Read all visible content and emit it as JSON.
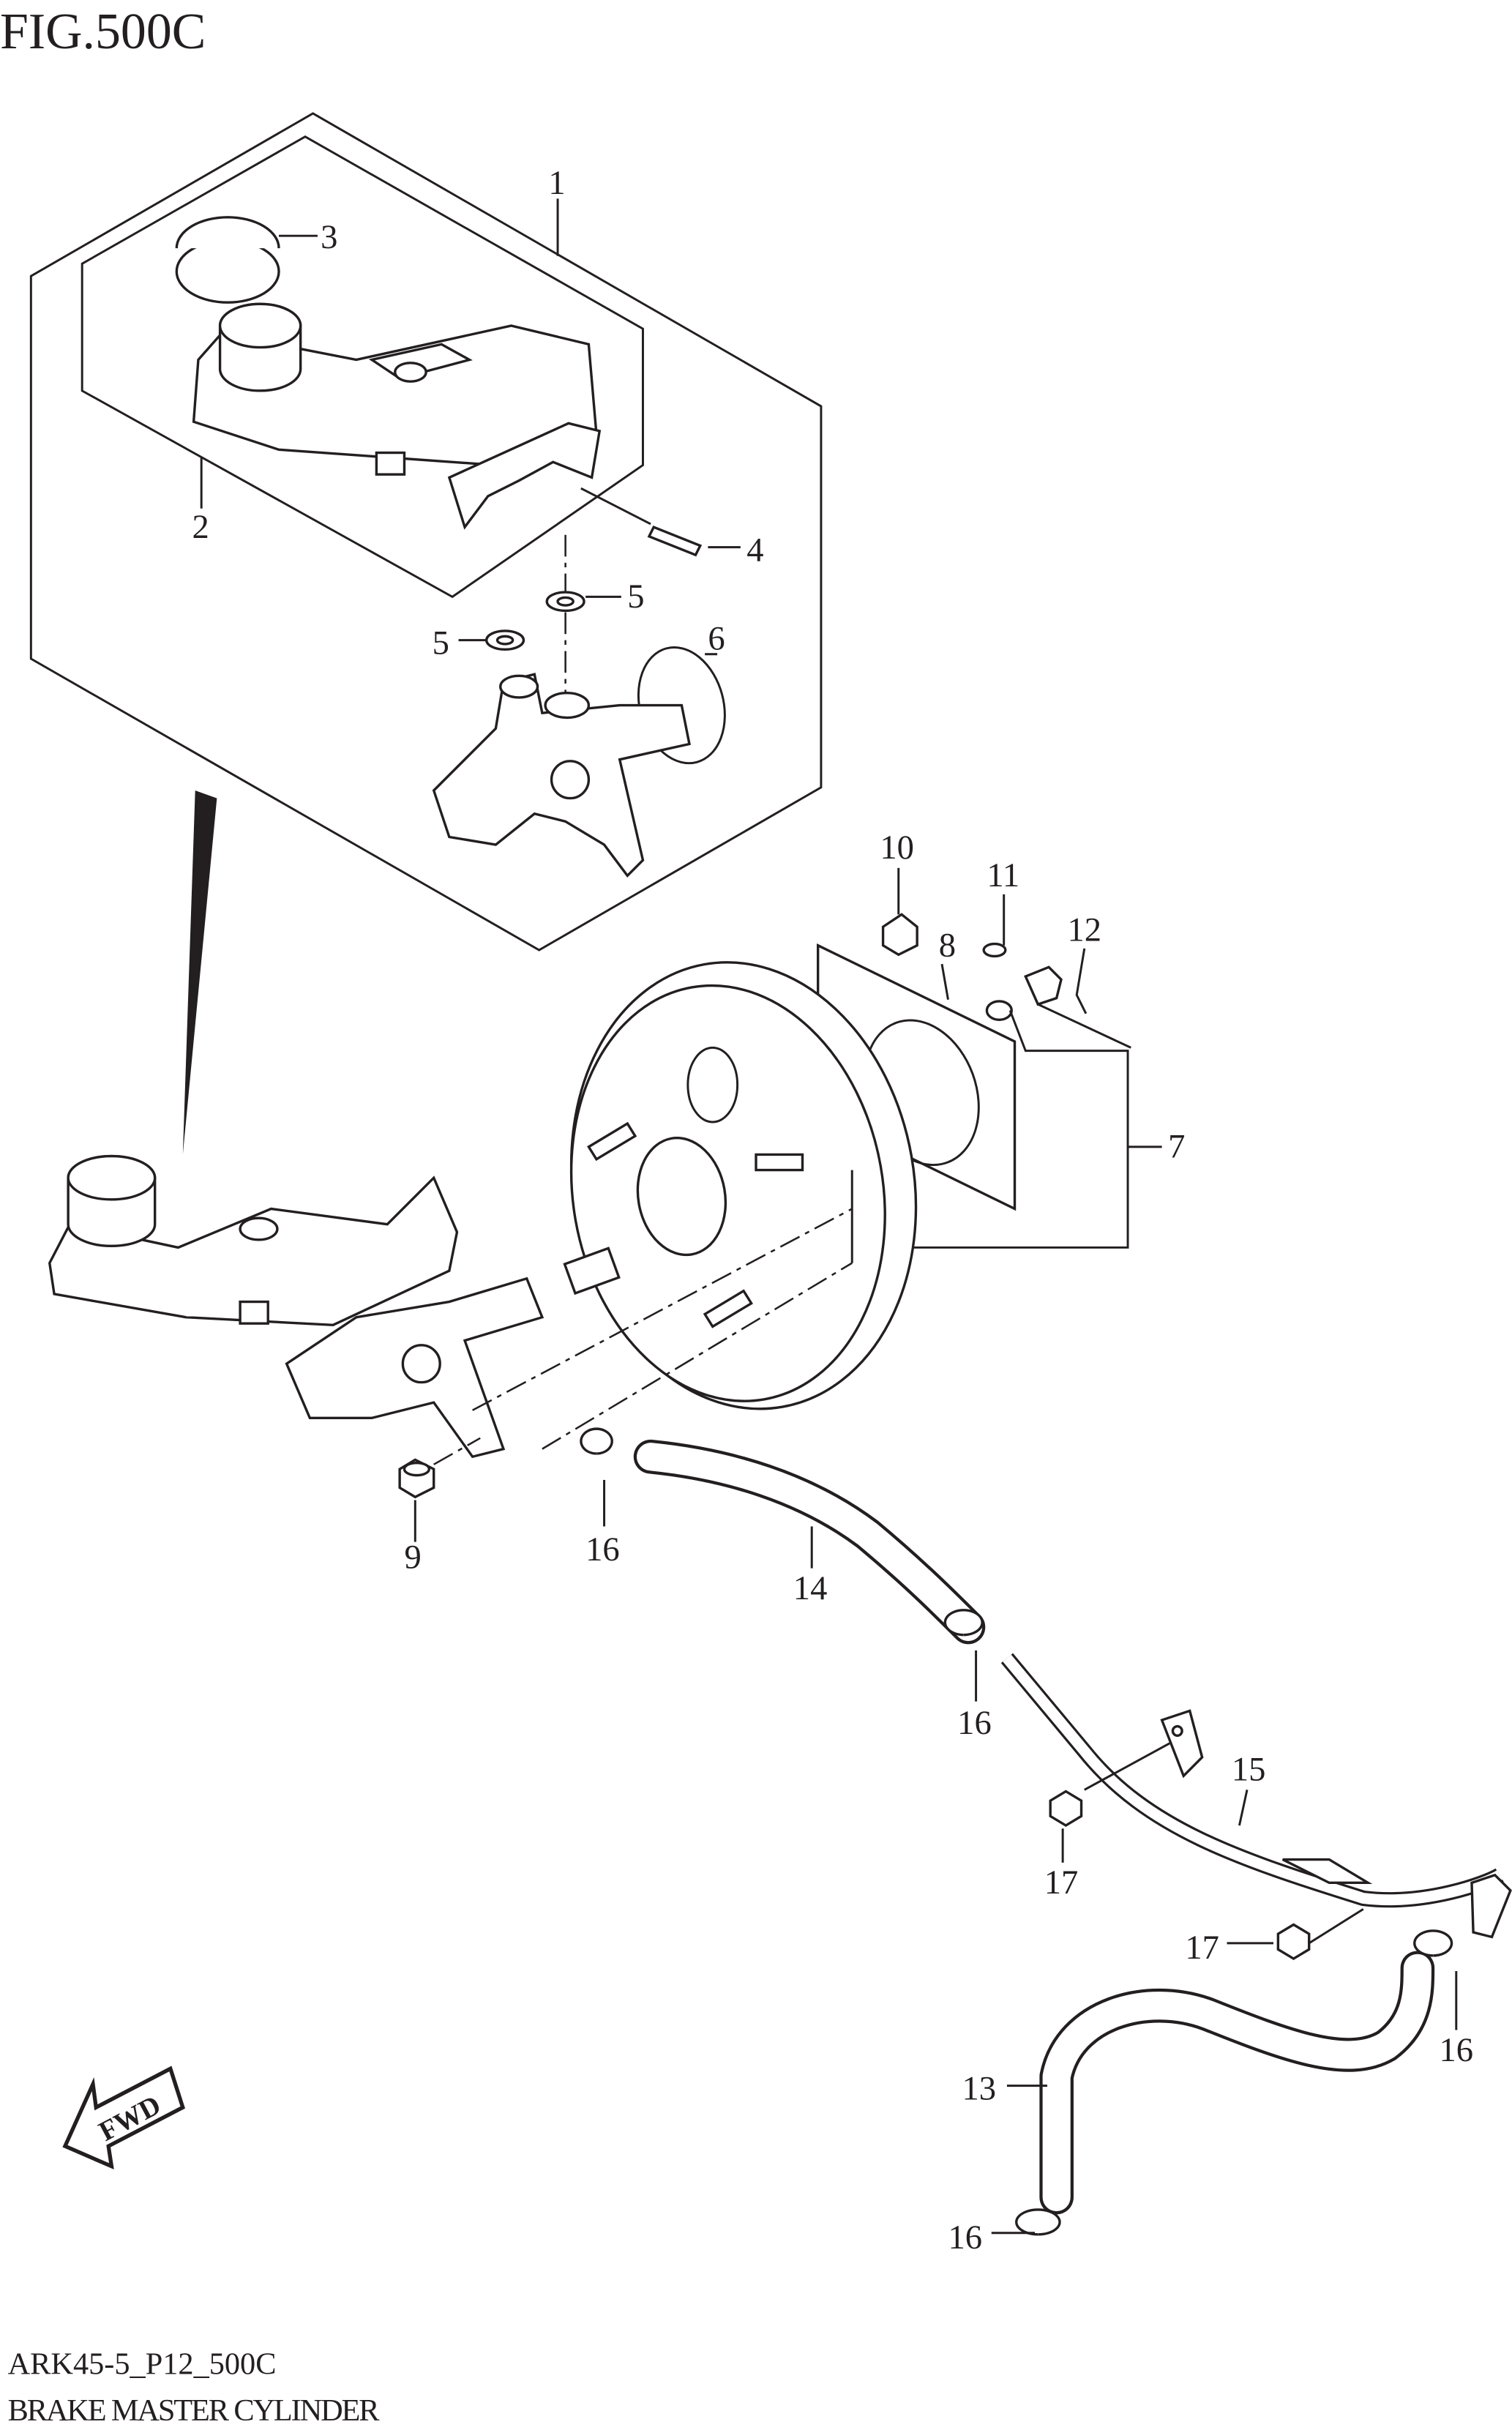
{
  "figure": {
    "title": "FIG.500C",
    "code": "ARK45-5_P12_500C",
    "name": "BRAKE MASTER CYLINDER",
    "fwd_label": "FWD"
  },
  "callouts": [
    "1",
    "3",
    "2",
    "4",
    "5",
    "5",
    "6",
    "10",
    "11",
    "12",
    "8",
    "7",
    "9",
    "16",
    "14",
    "16",
    "15",
    "17",
    "17",
    "16",
    "13",
    "16"
  ],
  "colors": {
    "ink": "#231f20",
    "background": "#ffffff"
  }
}
